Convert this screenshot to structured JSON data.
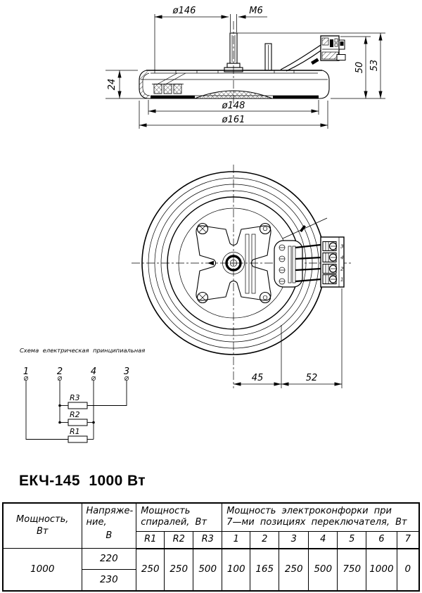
{
  "drawing": {
    "side_view": {
      "dim_d146": "ø146",
      "dim_m6": "M6",
      "dim_24": "24",
      "dim_50": "50",
      "dim_53": "53",
      "dim_d148": "ø148",
      "dim_d161": "ø161"
    },
    "top_view": {
      "dim_45": "45",
      "dim_52": "52",
      "terminal_labels": [
        "3",
        "4",
        "2",
        "1"
      ]
    },
    "schematic": {
      "caption": "Схема електрическая принципиальная",
      "terminal_numbers": [
        "1",
        "2",
        "4",
        "3"
      ],
      "resistor_labels": [
        "R3",
        "R2",
        "R1"
      ]
    }
  },
  "title": "ЕКЧ-145  1000 Вт",
  "spec_table": {
    "power_header": "Мощность,\nВт",
    "voltage_header_lines": [
      "Напряже-",
      "ние,"
    ],
    "voltage_unit": "В",
    "spirals_header": "Мощность\nспиралей, Вт",
    "positions_header": "Мощность электроконфорки при\n7—ми позициях переключателя, Вт",
    "spiral_columns": [
      "R1",
      "R2",
      "R3"
    ],
    "position_columns": [
      "1",
      "2",
      "3",
      "4",
      "5",
      "6",
      "7"
    ],
    "row": {
      "power": "1000",
      "voltages": [
        "220",
        "230"
      ],
      "spiral_values": [
        "250",
        "250",
        "500"
      ],
      "position_values": [
        "100",
        "165",
        "250",
        "500",
        "750",
        "1000",
        "0"
      ]
    }
  },
  "colors": {
    "ink": "#000000",
    "paper": "#ffffff"
  }
}
